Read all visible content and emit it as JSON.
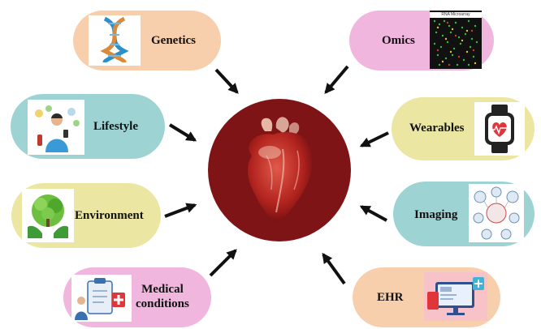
{
  "nodes": {
    "genetics": {
      "label": "Genetics",
      "color": "#f8cfad"
    },
    "omics": {
      "label": "Omics",
      "color": "#f0b6de",
      "thumb_caption": "RNA Microarray"
    },
    "lifestyle": {
      "label": "Lifestyle",
      "color": "#9ed3d4"
    },
    "wearables": {
      "label": "Wearables",
      "color": "#ece6a3"
    },
    "environment": {
      "label": "Environment",
      "color": "#ece6a3"
    },
    "imaging": {
      "label": "Imaging",
      "color": "#9ed3d4"
    },
    "medical": {
      "label_line1": "Medical",
      "label_line2": "conditions",
      "color": "#f0b6de"
    },
    "ehr": {
      "label": "EHR",
      "color": "#f8cfad"
    }
  },
  "center": {
    "color": "#7e1416",
    "icon": "heart-icon"
  }
}
